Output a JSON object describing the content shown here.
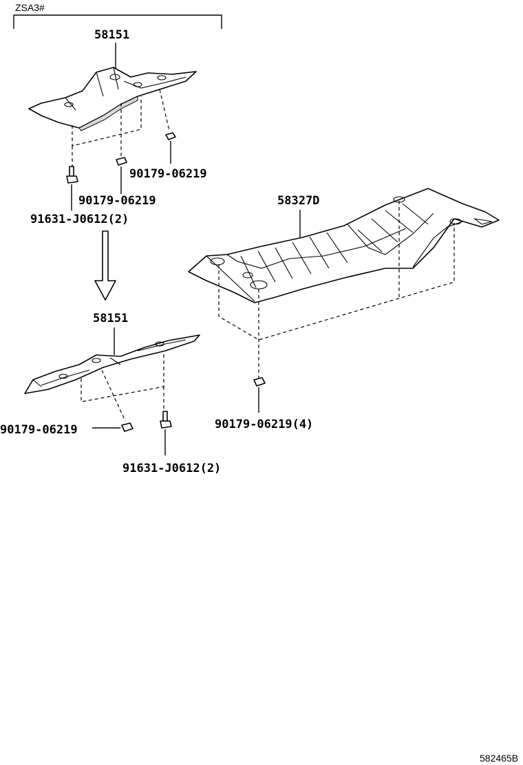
{
  "header": {
    "text": "ZSA3#"
  },
  "parts": {
    "upper_guard": "58151",
    "lower_guard": "58151",
    "main_cover": "58327D"
  },
  "callouts": {
    "nut_upper_right": "90179-06219",
    "nut_upper_center": "90179-06219",
    "bolt_upper": "91631-J0612(2)",
    "nut_lower_left": "90179-06219",
    "bolt_lower": "91631-J0612(2)",
    "nut_main": "90179-06219(4)"
  },
  "footer": {
    "code": "582465B"
  }
}
